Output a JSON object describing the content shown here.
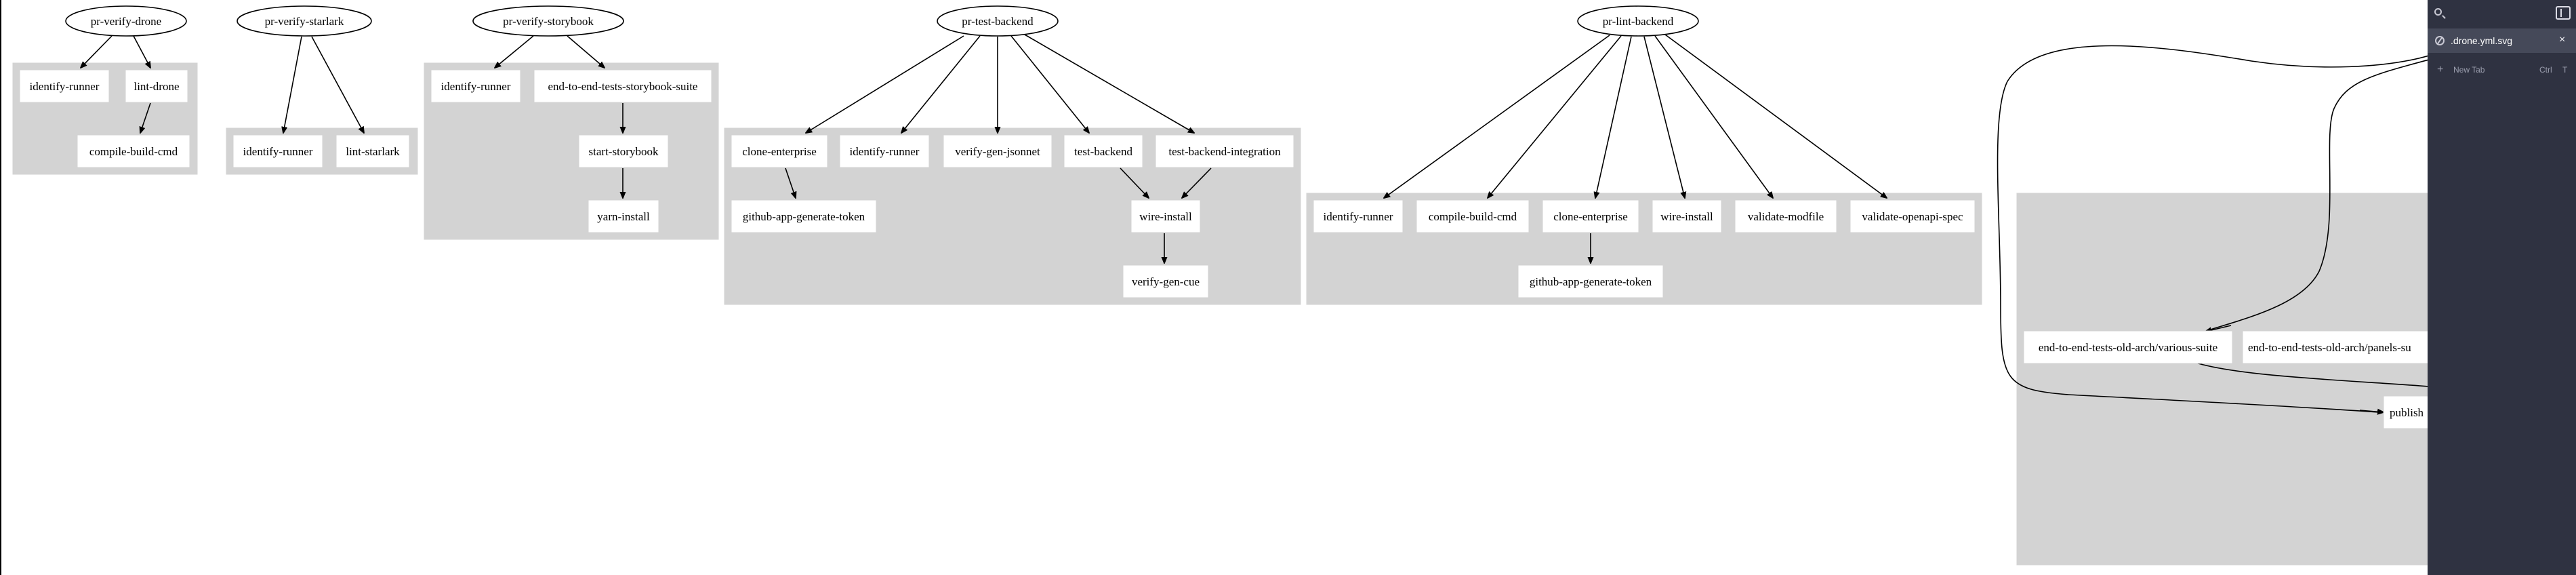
{
  "diagram": {
    "pipelines": [
      "pr-verify-drone",
      "pr-verify-starlark",
      "pr-verify-storybook",
      "pr-test-backend",
      "pr-lint-backend"
    ],
    "jobs": {
      "verify_drone": [
        "identify-runner",
        "lint-drone",
        "compile-build-cmd"
      ],
      "verify_starlark": [
        "identify-runner",
        "lint-starlark"
      ],
      "verify_storybook": [
        "identify-runner",
        "end-to-end-tests-storybook-suite",
        "start-storybook",
        "yarn-install"
      ],
      "test_backend": [
        "clone-enterprise",
        "identify-runner",
        "verify-gen-jsonnet",
        "test-backend",
        "test-backend-integration",
        "github-app-generate-token",
        "wire-install",
        "verify-gen-cue"
      ],
      "lint_backend": [
        "identify-runner",
        "compile-build-cmd",
        "clone-enterprise",
        "wire-install",
        "validate-modfile",
        "validate-openapi-spec",
        "github-app-generate-token"
      ],
      "cutoff": [
        "end-to-end-tests-old-arch/various-suite",
        "end-to-end-tests-old-arch/panels-su",
        "publish"
      ]
    }
  },
  "sidebar": {
    "tab_title": ".drone.yml.svg",
    "close_glyph": "×",
    "new_tab_label": "New Tab",
    "new_tab_shortcut_mod": "Ctrl",
    "new_tab_shortcut_key": "T",
    "plus_glyph": "+",
    "icons": [
      "search-icon",
      "sidebar-toggle-icon",
      "globe-icon",
      "close-icon",
      "plus-icon"
    ],
    "colors": {
      "panel_bg": "#2f3241",
      "active_tab_bg": "#454959"
    }
  }
}
